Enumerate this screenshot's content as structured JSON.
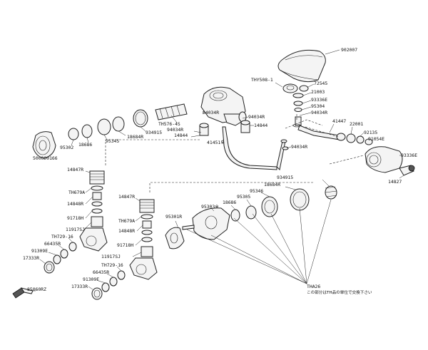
{
  "labels": {
    "p902007": "902007",
    "pTHY508": "THY508-1",
    "p72545": "72545",
    "p21003": "21003",
    "p93336E_a": "93336E",
    "p95304": "95304",
    "p94034R_a": "94034R",
    "p41447": "41447",
    "p22001": "22001",
    "p92135": "92135",
    "p91054E": "91054E",
    "p93336E_b": "93336E",
    "p14827": "14827",
    "pTH576": "TH576-4S",
    "p94034R_b": "94034R",
    "p94034R_c": "94034R",
    "p94034R_d": "94034R",
    "p94034R_e": "94034R",
    "p14844_a": "14844",
    "p14844_b": "14844",
    "p41451": "41451※",
    "p934915_a": "934915",
    "p18684R_a": "18684R",
    "p95345": "95345",
    "p18686_a": "18686",
    "p95302": "95302",
    "p500000166": "500000166",
    "p14847R_a": "14847R",
    "pTH679A_a": "TH679A",
    "p14848R_a": "14848R",
    "p91718H_a": "91718H",
    "p11917SJ_a": "11917SJ",
    "pTH729_a": "TH729-16",
    "p66435R_a": "66435R",
    "p91309E_a": "91309E",
    "p17333R_a": "17333R",
    "p85060RZ": "85060RZ",
    "p14847R_b": "14847R",
    "pTH679A_b": "TH679A",
    "p14848R_b": "14848R",
    "p91718H_b": "91718H",
    "p11917SJ_b": "11917SJ",
    "pTH729_b": "TH729-16",
    "p66435R_b": "66435R",
    "p91309E_b": "91309E",
    "p17333R_b": "17333R",
    "p934915_b": "934915",
    "p18684R_b": "18684R",
    "p95346": "95346",
    "p95305": "95305",
    "p18686_b": "18686",
    "p95303": "95303※",
    "p95301R": "95301R",
    "pTHA26": "THA26",
    "note": "この部分はTH品の単位で交換下さい"
  }
}
